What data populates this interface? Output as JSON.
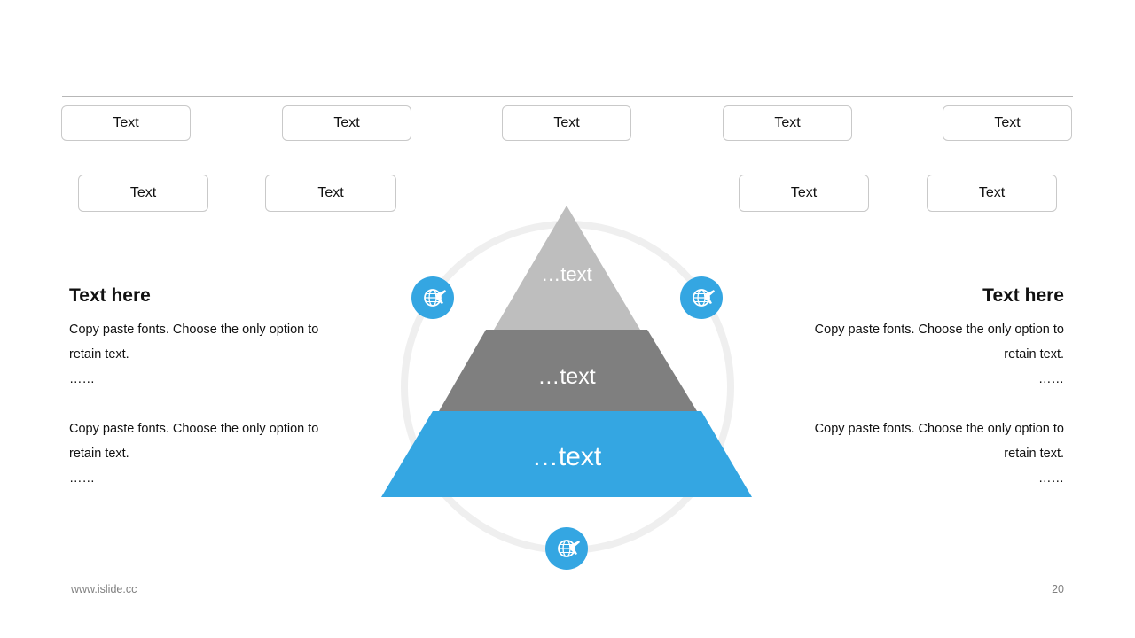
{
  "top_boxes": [
    "Text",
    "Text",
    "Text",
    "Text",
    "Text"
  ],
  "second_boxes": [
    "Text",
    "Text",
    "Text",
    "Text"
  ],
  "left_panel": {
    "heading": "Text here",
    "paragraphs": [
      {
        "line1": "Copy paste fonts. Choose the only option to",
        "line2": "retain text.",
        "dots": "……"
      },
      {
        "line1": "Copy paste fonts. Choose the only option to",
        "line2": "retain text.",
        "dots": "……"
      }
    ]
  },
  "right_panel": {
    "heading": "Text here",
    "paragraphs": [
      {
        "line1": "Copy paste fonts. Choose the only option to",
        "line2": "retain text.",
        "dots": "……"
      },
      {
        "line1": "Copy paste fonts. Choose the only option to",
        "line2": "retain text.",
        "dots": "……"
      }
    ]
  },
  "pyramid": {
    "top_label": "…text",
    "middle_label": "…text",
    "bottom_label": "…text"
  },
  "colors": {
    "accent": "#34a6e2",
    "tier_top": "#bebebe",
    "tier_middle": "#7f7f7f",
    "ring": "#efefef",
    "border": "#c9c9c9"
  },
  "icons": [
    "globe-plane-icon",
    "globe-plane-icon",
    "globe-plane-icon"
  ],
  "footer": {
    "url": "www.islide.cc",
    "page": "20"
  }
}
